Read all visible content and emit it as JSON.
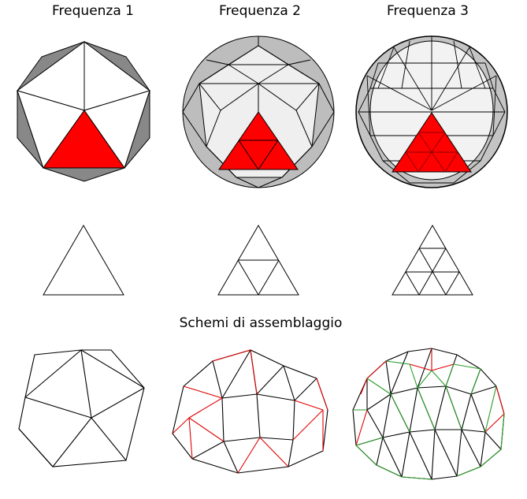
{
  "titles": {
    "freq1": "Frequenza 1",
    "freq2": "Frequenza 2",
    "freq3": "Frequenza 3",
    "assembly": "Schemi di assemblaggio"
  },
  "colors": {
    "highlight": "#ff0000",
    "rim_shade": "#888888",
    "light_face": "#e8e8e8",
    "mid_face": "#b8b8b8",
    "line": "#000000",
    "red_line": "#e00000",
    "green_line": "#2a9d2a"
  },
  "frequencies": [
    1,
    2,
    3
  ]
}
